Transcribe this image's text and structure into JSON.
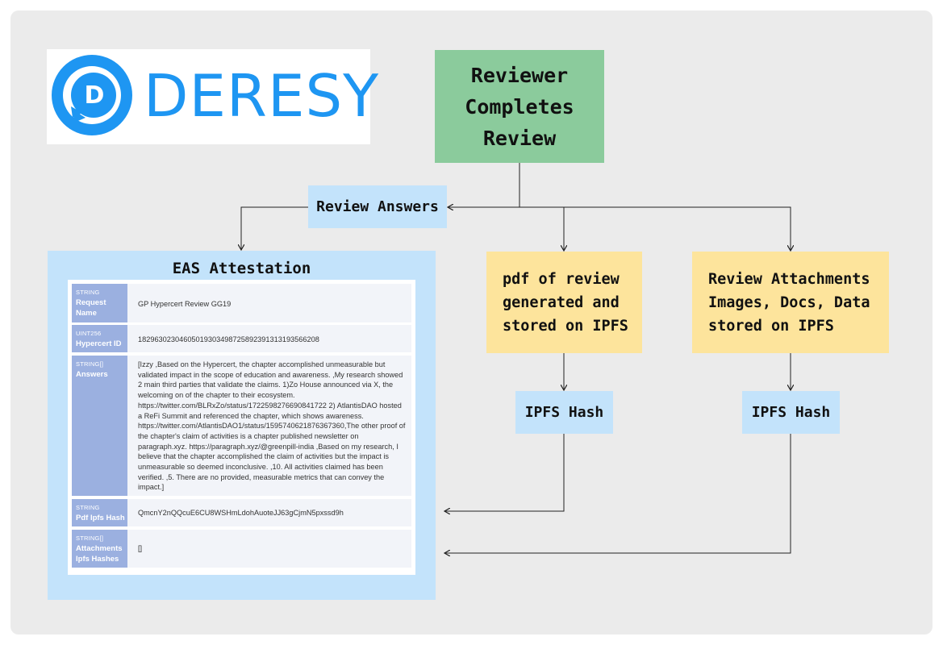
{
  "logo": {
    "text": "DERESY",
    "icon_letter": "D",
    "color": "#1e96f2"
  },
  "nodes": {
    "reviewer": "Reviewer\nCompletes\nReview",
    "review_answers": "Review Answers",
    "pdf": "pdf of review\ngenerated and\nstored on IPFS",
    "attachments": "Review  Attachments\nImages, Docs, Data\nstored on IPFS",
    "hash_left": "IPFS Hash",
    "hash_right": "IPFS Hash"
  },
  "attestation": {
    "title": "EAS Attestation",
    "rows": [
      {
        "type": "STRING",
        "name": "Request Name",
        "value": "GP Hypercert Review GG19"
      },
      {
        "type": "UINT256",
        "name": "Hypercert ID",
        "value": "18296302304605019303498725892391313193566208"
      },
      {
        "type": "STRING[]",
        "name": "Answers",
        "value": "[Izzy ,Based on the Hypercert, the chapter accomplished unmeasurable but validated impact in the scope of education and awareness. ,My research showed 2 main third parties that validate the claims. 1)Zo House announced via X, the welcoming on of the chapter to their ecosystem. https://twitter.com/BLRxZo/status/1722598276690841722 2) AtlantisDAO hosted a ReFi Summit and referenced the chapter, which shows awareness. https://twitter.com/AtlantisDAO1/status/1595740621876367360,The other proof of the chapter's claim of activities is a chapter published newsletter on paragraph.xyz. https://paragraph.xyz/@greenpill-india ,Based on my research, I believe that the chapter accomplished the claim of activities but the impact is unmeasurable so deemed inconclusive. ,10. All activities claimed has been verified. ,5. There are no provided, measurable metrics that can convey the impact.]"
      },
      {
        "type": "STRING",
        "name": "Pdf Ipfs Hash",
        "value": "QmcnY2nQQcuE6CU8WSHmLdohAuoteJJ63gCjmN5pxssd9h"
      },
      {
        "type": "STRING[]",
        "name": "Attachments Ipfs Hashes",
        "value": "[]"
      }
    ]
  },
  "colors": {
    "canvas": "#ebebeb",
    "green": "#8bcb9c",
    "blue": "#c3e3fb",
    "yellow": "#fde49c",
    "label": "#9bb0e0",
    "line": "#222222"
  }
}
